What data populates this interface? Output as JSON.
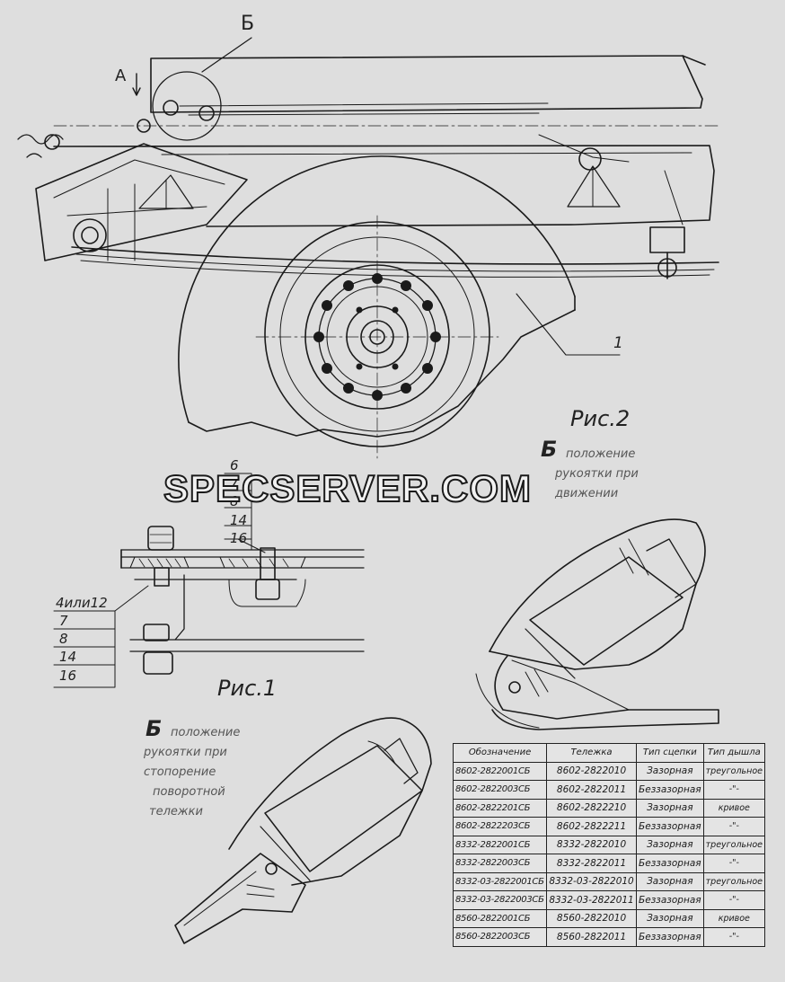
{
  "labels": {
    "view_b": "Б",
    "arrow_a": "А",
    "callout_1": "1",
    "fig2": "Рис.2",
    "fig1": "Рис.1",
    "note_b_top_letter": "Б",
    "note_b_top_lines": [
      "положение",
      "рукоятки при",
      "движении"
    ],
    "note_b_bottom_letter": "Б",
    "note_b_bottom_lines": [
      "положение",
      "рукоятки при",
      "стопорение",
      "поворотной",
      "тележки"
    ],
    "callouts_top": [
      "6",
      "7",
      "8",
      "14",
      "16"
    ],
    "callouts_left": [
      "4или12",
      "7",
      "8",
      "14",
      "16"
    ]
  },
  "watermark": "SPECSERVER.COM",
  "spec_table": {
    "headers": [
      "Обозначение",
      "Тележка",
      "Тип сцепки",
      "Тип дышла"
    ],
    "rows": [
      [
        "8602-2822001СБ",
        "8602-2822010",
        "Зазорная",
        "треугольное"
      ],
      [
        "8602-2822003СБ",
        "8602-2822011",
        "Беззазорная",
        "-\"-"
      ],
      [
        "8602-2822201СБ",
        "8602-2822210",
        "Зазорная",
        "кривое"
      ],
      [
        "8602-2822203СБ",
        "8602-2822211",
        "Беззазорная",
        "-\"-"
      ],
      [
        "8332-2822001СБ",
        "8332-2822010",
        "Зазорная",
        "треугольное"
      ],
      [
        "8332-2822003СБ",
        "8332-2822011",
        "Беззазорная",
        "-\"-"
      ],
      [
        "8332-03-2822001СБ",
        "8332-03-2822010",
        "Зазорная",
        "треугольное"
      ],
      [
        "8332-03-2822003СБ",
        "8332-03-2822011",
        "Беззазорная",
        "-\"-"
      ],
      [
        "8560-2822001СБ",
        "8560-2822010",
        "Зазорная",
        "кривое"
      ],
      [
        "8560-2822003СБ",
        "8560-2822011",
        "Беззазорная",
        "-\"-"
      ]
    ]
  }
}
